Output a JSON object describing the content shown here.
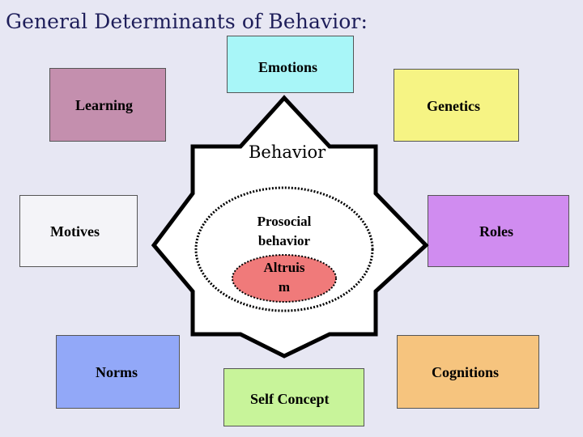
{
  "title": "General Determinants of Behavior:",
  "boxes": {
    "emotions": "Emotions",
    "learning": "Learning",
    "genetics": "Genetics",
    "motives": "Motives",
    "roles": "Roles",
    "norms": "Norms",
    "cognitions": "Cognitions",
    "self_concept": "Self Concept"
  },
  "center": {
    "behavior": "Behavior",
    "prosocial_line1": "Prosocial",
    "prosocial_line2": "behavior",
    "altruism_line1": "Altruis",
    "altruism_line2": "m"
  },
  "colors": {
    "emotions": "#a8f6f8",
    "learning": "#c48fae",
    "genetics": "#f6f484",
    "motives": "#f4f4f8",
    "roles": "#d08cf0",
    "norms": "#92a8f8",
    "cognitions": "#f6c47e",
    "self_concept": "#c8f49a",
    "altruism": "#f07a7a"
  }
}
